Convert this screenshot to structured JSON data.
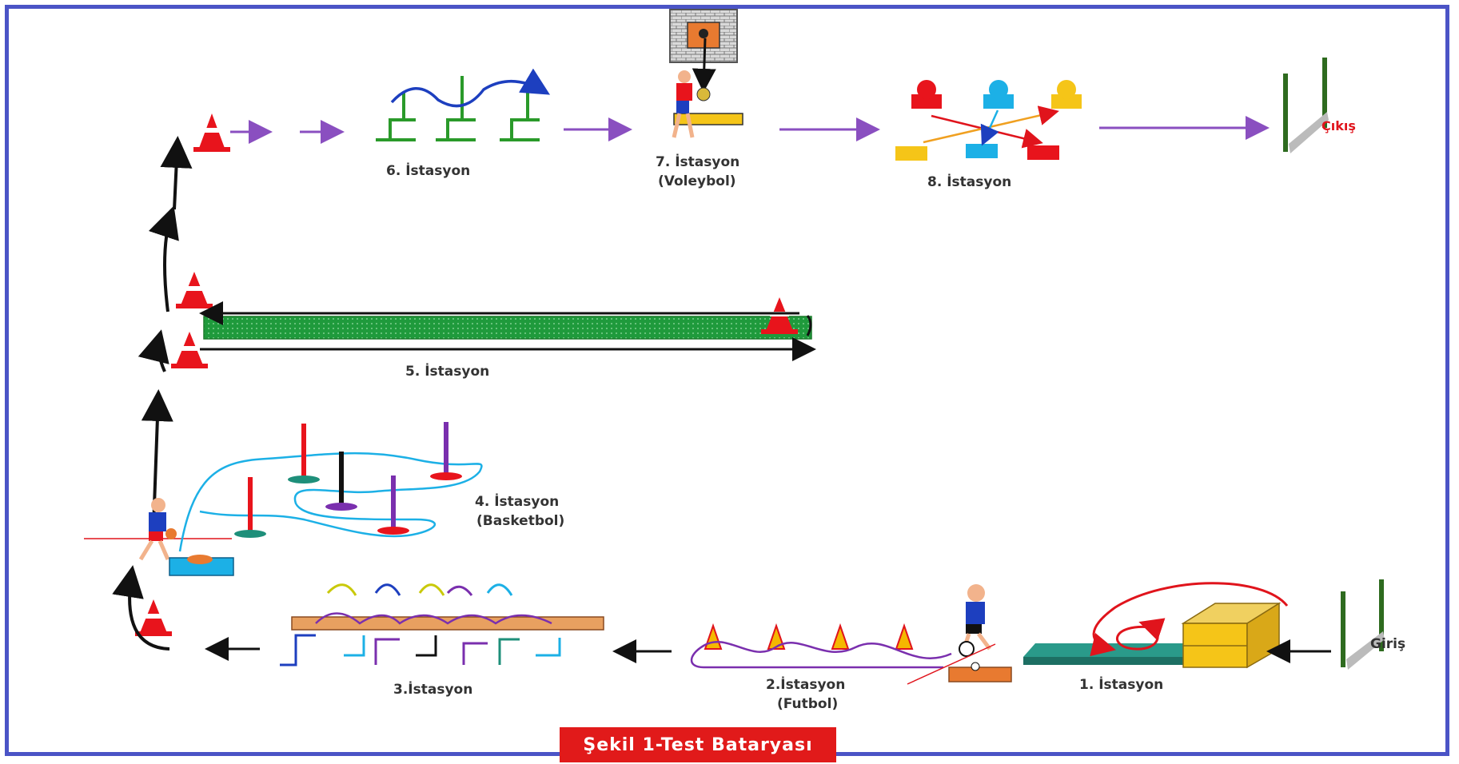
{
  "caption": "Şekil 1-Test Bataryası",
  "labels": {
    "entry": "Giriş",
    "exit": "Çıkış",
    "station1": "1. İstasyon",
    "station2_a": "2.İstasyon",
    "station2_b": "(Futbol)",
    "station3": "3.İstasyon",
    "station4_a": "4. İstasyon",
    "station4_b": "(Basketbol)",
    "station5": "5. İstasyon",
    "station6": "6. İstasyon",
    "station7_a": "7. İstasyon",
    "station7_b": "(Voleybol)",
    "station8": "8. İstasyon"
  },
  "icons": [
    "cone-icon",
    "hurdle-icon",
    "goalpost-icon",
    "player-icon",
    "ball-icon",
    "mat-icon",
    "box-icon",
    "pole-icon",
    "wall-target-icon",
    "bench-icon"
  ],
  "colors": {
    "frame": "#4b54c6",
    "cone": "#e8141c",
    "path": "#8a4fc0",
    "mat": "#1f9a3c",
    "caption_bg": "#e11a1a"
  }
}
